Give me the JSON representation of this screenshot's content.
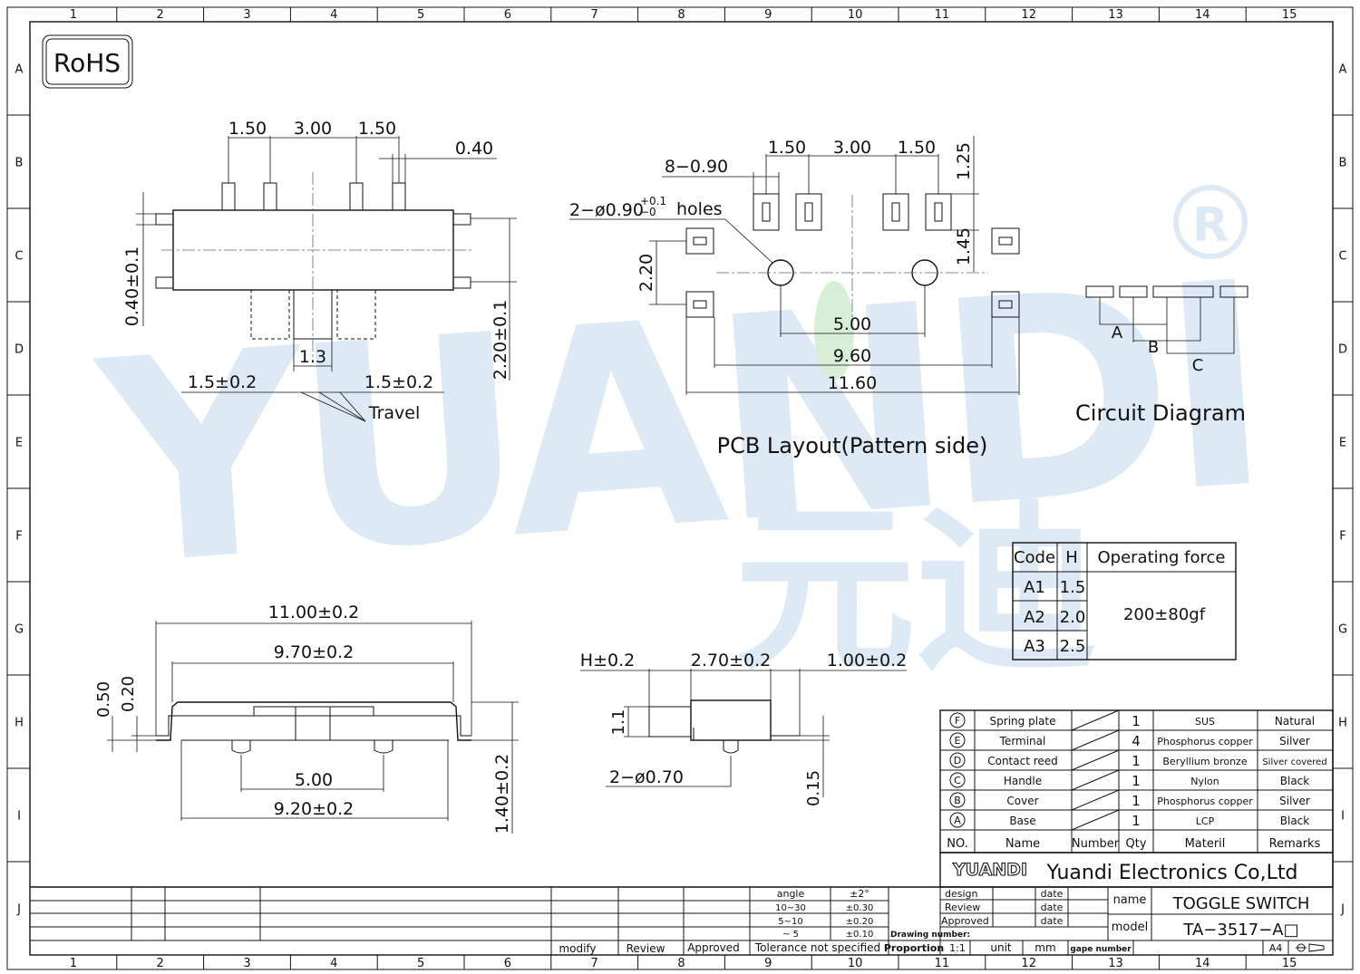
{
  "frame": {
    "columns": [
      "1",
      "2",
      "3",
      "4",
      "5",
      "6",
      "7",
      "8",
      "9",
      "10",
      "11",
      "12",
      "13",
      "14",
      "15"
    ],
    "rows": [
      "A",
      "B",
      "C",
      "D",
      "E",
      "F",
      "G",
      "H",
      "I",
      "J"
    ]
  },
  "logo": {
    "text": "RoHS"
  },
  "watermark": {
    "text": "YUANDI",
    "cn": "元迪"
  },
  "top_view": {
    "dims": {
      "d1": "1.50",
      "d2": "3.00",
      "d3": "1.50",
      "d4": "0.40",
      "left_v": "0.40±0.1",
      "right_v": "2.20±0.1",
      "mid": "1.3",
      "travel_l": "1.5±0.2",
      "travel_r": "1.5±0.2",
      "travel": "Travel"
    }
  },
  "pcb": {
    "dims": {
      "d1": "1.50",
      "d2": "3.00",
      "d3": "1.50",
      "d4": "1.25",
      "pads": "8−0.90",
      "holes": "2−ø0.90",
      "holes_tol_up": "+0.1",
      "holes_tol_dn": "−0",
      "holes_word": "holes",
      "left_v": "2.20",
      "right_v": "1.45",
      "w1": "5.00",
      "w2": "9.60",
      "w3": "11.60"
    },
    "caption": "PCB Layout(Pattern side)"
  },
  "circuit": {
    "labels": [
      "A",
      "B",
      "C"
    ],
    "caption": "Circuit Diagram"
  },
  "side_view": {
    "dims": {
      "w1": "11.00±0.2",
      "w2": "9.70±0.2",
      "w3": "5.00",
      "w4": "9.20±0.2",
      "v1": "0.50",
      "v2": "0.20",
      "v3": "1.40±0.2"
    }
  },
  "end_view": {
    "dims": {
      "h": "H±0.2",
      "w1": "2.70±0.2",
      "w2": "1.00±0.2",
      "v1": "1.1",
      "holes": "2−ø0.70",
      "v2": "0.15"
    }
  },
  "force_table": {
    "headers": [
      "Code",
      "H",
      "Operating force"
    ],
    "rows": [
      [
        "A1",
        "1.5"
      ],
      [
        "A2",
        "2.0"
      ],
      [
        "A3",
        "2.5"
      ]
    ],
    "force": "200±80gf"
  },
  "bom": {
    "rows": [
      {
        "mark": "F",
        "name": "Spring plate",
        "qty": "1",
        "material": "SUS",
        "remarks": "Natural"
      },
      {
        "mark": "E",
        "name": "Terminal",
        "qty": "4",
        "material": "Phosphorus copper",
        "remarks": "Silver"
      },
      {
        "mark": "D",
        "name": "Contact reed",
        "qty": "1",
        "material": "Beryllium bronze",
        "remarks": "Silver covered"
      },
      {
        "mark": "C",
        "name": "Handle",
        "qty": "1",
        "material": "Nylon",
        "remarks": "Black"
      },
      {
        "mark": "B",
        "name": "Cover",
        "qty": "1",
        "material": "Phosphorus copper",
        "remarks": "Silver"
      },
      {
        "mark": "A",
        "name": "Base",
        "qty": "1",
        "material": "LCP",
        "remarks": "Black"
      }
    ],
    "headers": {
      "no": "NO.",
      "name": "Name",
      "number": "Number",
      "qty": "Qty",
      "material": "Materil",
      "remarks": "Remarks"
    }
  },
  "title_block": {
    "company_logo": "YUANDI",
    "company": "Yuandi Electronics Co,Ltd",
    "design": "design",
    "review": "Review",
    "approved": "Approved",
    "date": "date",
    "name_label": "name",
    "name_value": "TOGGLE SWITCH",
    "model_label": "model",
    "model_value": "TA−3517−A□",
    "drawing_number": "Drawing number:",
    "proportion": "Proportion",
    "proportion_value": "1:1",
    "unit": "unit",
    "unit_value": "mm",
    "gape_number": "gape number",
    "paper": "A4",
    "tolerance": {
      "angle": "angle",
      "angle_tol": "±2°",
      "r1": "10~30",
      "r1_tol": "±0.30",
      "r2": "5~10",
      "r2_tol": "±0.20",
      "r3": "~ 5",
      "r3_tol": "±0.10",
      "footer": "Tolerance not specified"
    },
    "revision": {
      "modify": "modify",
      "review": "Review",
      "approved": "Approved"
    }
  }
}
